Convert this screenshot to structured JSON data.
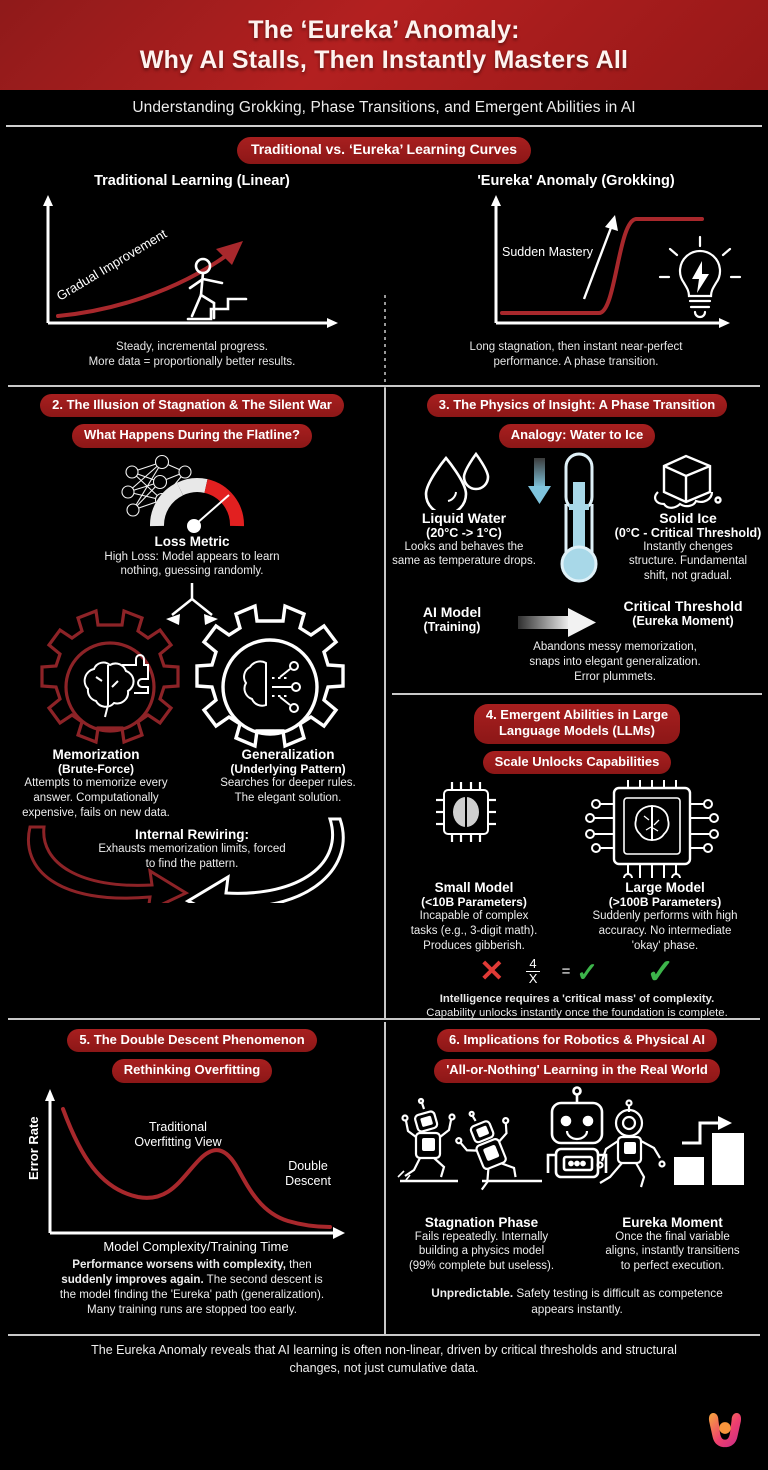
{
  "header": {
    "title_line1": "The ‘Eureka’ Anomaly:",
    "title_line2": "Why AI Stalls, Then Instantly Masters All",
    "subtitle": "Understanding Grokking, Phase Transitions, and Emergent Abilities in AI",
    "banner_color": "#b32020"
  },
  "panel1": {
    "pill": "Traditional vs. ‘Eureka’ Learning Curves",
    "left": {
      "title": "Traditional Learning (Linear)",
      "curve_label": "Gradual Improvement",
      "caption_line1": "Steady, incremental progress.",
      "caption_line2": "More data = proportionally better results."
    },
    "right": {
      "title": "'Eureka' Anomaly (Grokking)",
      "curve_label": "Sudden Mastery",
      "caption_line1": "Long stagnation, then instant near-perfect",
      "caption_line2": "performance. A phase transition."
    }
  },
  "section2": {
    "pill": "2. The Illusion of Stagnation & The Silent War",
    "subpill": "What Happens During the Flatline?",
    "loss": {
      "label": "Loss Metric",
      "desc_line1": "High Loss: Model appears to learn",
      "desc_line2": "nothing, guessing randomly."
    },
    "memorization": {
      "title": "Memorization",
      "subtitle": "(Brute-Force)",
      "desc_line1": "Attempts to memorize every",
      "desc_line2": "answer. Computationally",
      "desc_line3": "expensive, fails on new data."
    },
    "generalization": {
      "title": "Generalization",
      "subtitle": "(Underlying Pattern)",
      "desc_line1": "Searches for deeper rules.",
      "desc_line2": "The elegant solution."
    },
    "rewiring": {
      "title": "Internal Rewiring:",
      "desc_line1": "Exhausts memorization limits, forced",
      "desc_line2": "to find the pattern."
    }
  },
  "section3": {
    "pill": "3. The Physics of Insight: A Phase Transition",
    "subpill": "Analogy: Water to Ice",
    "water": {
      "title": "Liquid Water",
      "subtitle": "(20°C -> 1°C)",
      "desc_line1": "Looks and behaves the",
      "desc_line2": "same as temperature drops."
    },
    "ice": {
      "title": "Solid Ice",
      "subtitle": "(0°C - Critical Threshold)",
      "desc_line1": "Instantly chenges",
      "desc_line2": "structure. Fundamental",
      "desc_line3": "shift, not gradual."
    },
    "model": {
      "title": "AI Model",
      "subtitle": "(Training)"
    },
    "threshold": {
      "title": "Critical Threshold",
      "subtitle": "(Eureka Moment)",
      "desc_line1": "Abandons messy memorization,",
      "desc_line2": "snaps into elegant generalization.",
      "desc_line3": "Error plummets."
    }
  },
  "section4": {
    "pill_line1": "4. Emergent Abilities in Large",
    "pill_line2": "Language Models (LLMs)",
    "subpill": "Scale Unlocks Capabilities",
    "small": {
      "title": "Small Model",
      "subtitle": "(<10B Parameters)",
      "desc_line1": "Incapable of complex",
      "desc_line2": "tasks (e.g., 3-digit math).",
      "desc_line3": "Produces gibberish."
    },
    "large": {
      "title": "Large Model",
      "subtitle": "(>100B Parameters)",
      "desc_line1": "Suddenly performs with high",
      "desc_line2": "accuracy. No intermediate",
      "desc_line3": "'okay' phase."
    },
    "fraction_num": "4",
    "fraction_den": "X",
    "equals": "=",
    "cross_mark": "✕",
    "check_mark": "✓",
    "footnote_bold": "Intelligence requires a 'critical mass' of complexity.",
    "footnote_rest": "Capability unlocks instantly once the foundation is complete."
  },
  "section5": {
    "pill": "5. The Double Descent Phenomenon",
    "subpill": "Rethinking Overfitting",
    "annotation1_line1": "Traditional",
    "annotation1_line2": "Overfitting View",
    "annotation2_line1": "Double",
    "annotation2_line2": "Descent",
    "footnote_bold1": "Performance worsens with complexity,",
    "footnote_rest1": " then",
    "footnote_bold2": "suddenly improves again.",
    "footnote_rest2": " The second descent is",
    "footnote_line3": "the model finding the 'Eureka' path (generalization).",
    "footnote_line4": "Many training runs are stopped too early."
  },
  "section6": {
    "pill": "6. Implications for Robotics & Physical AI",
    "subpill": "'All-or-Nothing' Learning in the Real World",
    "stagnation": {
      "title": "Stagnation Phase",
      "desc_line1": "Fails repeatedly. Internally",
      "desc_line2": "building a physics model",
      "desc_line3": "(99% complete but useless)."
    },
    "eureka": {
      "title": "Eureka Moment",
      "desc_line1": "Once the final variable",
      "desc_line2": "aligns, instantly transitiens",
      "desc_line3": "to perfect execution."
    },
    "footnote_bold": "Unpredictable.",
    "footnote_rest": " Safety testing is difficult as competence",
    "footnote_line2": "appears instantly."
  },
  "footer": {
    "line1": "The Eureka Anomaly reveals that AI learning is often non-linear, driven by critical thresholds and structural",
    "line2": "changes, not just cumulative data."
  },
  "chart_data": [
    {
      "type": "line",
      "title": "Traditional Learning (Linear)",
      "xlabel": "",
      "ylabel": "",
      "annotation": "Gradual Improvement",
      "x": [
        0,
        0.15,
        0.3,
        0.45,
        0.6,
        0.75,
        0.9,
        1.0
      ],
      "y": [
        0.04,
        0.08,
        0.16,
        0.27,
        0.42,
        0.6,
        0.82,
        0.97
      ],
      "grid": false,
      "legend": "none",
      "series_color": "#a8282c"
    },
    {
      "type": "line",
      "title": "'Eureka' Anomaly (Grokking)",
      "xlabel": "",
      "ylabel": "",
      "annotation": "Sudden Mastery",
      "x": [
        0,
        0.2,
        0.4,
        0.55,
        0.62,
        0.68,
        0.72,
        0.8,
        1.0
      ],
      "y": [
        0.06,
        0.06,
        0.06,
        0.07,
        0.25,
        0.7,
        0.9,
        0.95,
        0.96
      ],
      "grid": false,
      "legend": "none",
      "series_color": "#a8282c"
    },
    {
      "type": "line",
      "title": "The Double Descent Phenomenon",
      "xlabel": "Model Complexity/Training Time",
      "ylabel": "Error Rate",
      "annotations": [
        "Traditional Overfitting View",
        "Double Descent"
      ],
      "x": [
        0,
        0.08,
        0.18,
        0.28,
        0.36,
        0.46,
        0.56,
        0.64,
        0.72,
        0.82,
        0.92,
        1.0
      ],
      "y": [
        0.95,
        0.72,
        0.5,
        0.36,
        0.31,
        0.38,
        0.55,
        0.66,
        0.63,
        0.4,
        0.19,
        0.14
      ],
      "grid": false,
      "legend": "none",
      "series_color": "#a8282c"
    }
  ]
}
